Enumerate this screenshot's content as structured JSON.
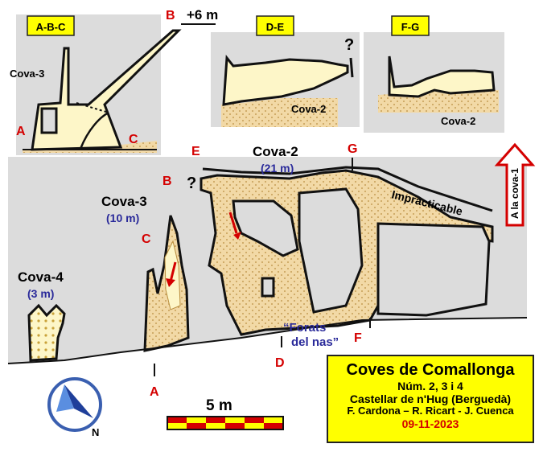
{
  "sections": {
    "abc": "A-B-C",
    "de": "D-E",
    "fg": "F-G"
  },
  "section_labels": {
    "abc_cova": "Cova-3",
    "de_cova": "Cova-2",
    "fg_cova": "Cova-2",
    "abc_a": "A",
    "abc_b": "B",
    "abc_c": "C",
    "height": "+6 m",
    "de_q": "?"
  },
  "profile": {
    "cova2_name": "Cova-2",
    "cova2_len": "(21 m)",
    "cova3_name": "Cova-3",
    "cova3_len": "(10 m)",
    "cova4_name": "Cova-4",
    "cova4_len": "(3 m)",
    "impracticable": "Impracticable",
    "forats_1": "“Forats",
    "forats_2": "del nas”",
    "arrow_text": "A la cova-1",
    "q": "?",
    "letters": {
      "A": "A",
      "B": "B",
      "C": "C",
      "D": "D",
      "E": "E",
      "F": "F",
      "G": "G"
    }
  },
  "scale": {
    "label": "5 m"
  },
  "compass": {
    "north": "N"
  },
  "title_box": {
    "title": "Coves de Comallonga",
    "sub": "Núm. 2, 3 i 4",
    "location": "Castellar de n'Hug (Berguedà)",
    "authors": "F. Cardona – R. Ricart - J. Cuenca",
    "date": "09-11-2023"
  },
  "colors": {
    "rock": "#dcdcdc",
    "cave": "#fdf6c8",
    "sediment": "#f2d9a6",
    "red": "#d40000",
    "blue": "#2a2a9a",
    "box": "#ffff00"
  }
}
